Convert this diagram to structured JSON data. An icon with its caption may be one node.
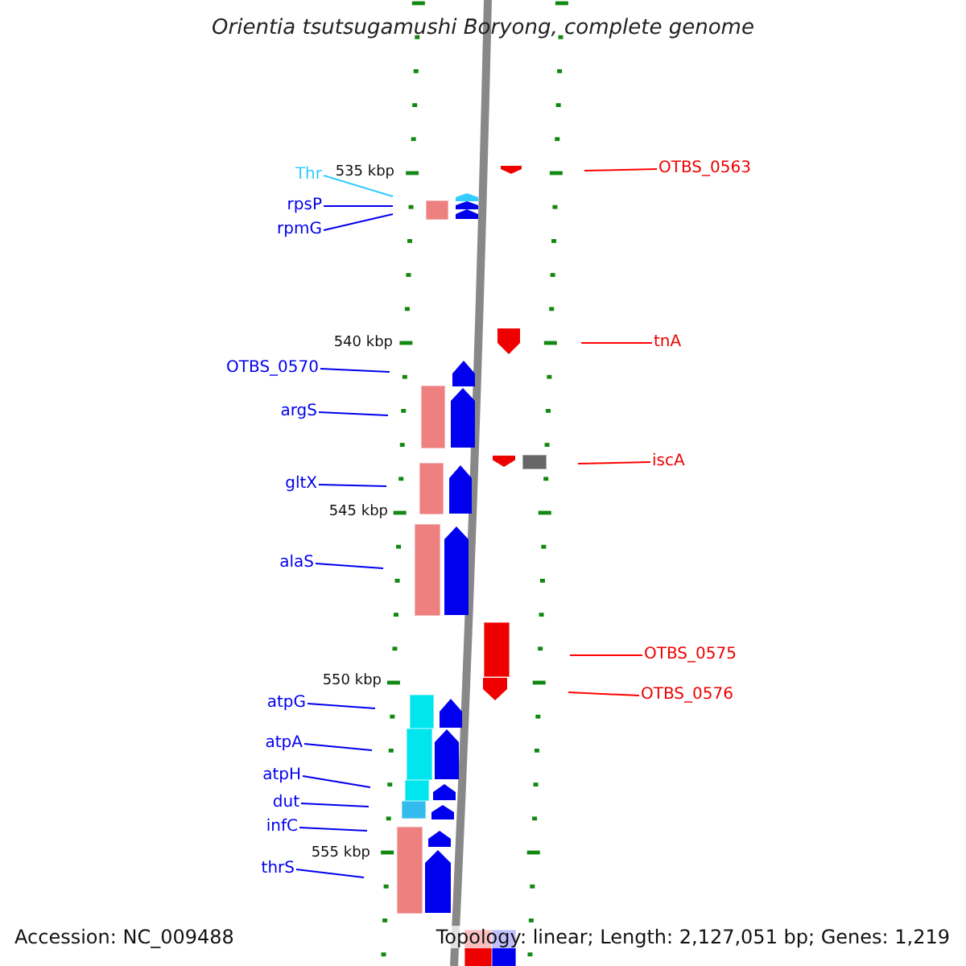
{
  "diagram": {
    "title": "Orientia tsutsugamushi Boryong, complete genome",
    "nodes": [
      {
        "text": [
          "Thr"
        ]
      },
      {
        "text": [
          "rpsP"
        ]
      },
      {
        "text": [
          "rpmG"
        ]
      },
      {
        "text": [
          "OTBS_0563"
        ]
      },
      {
        "text": [
          "tnA"
        ]
      },
      {
        "text": [
          "OTBS_0570"
        ]
      },
      {
        "text": [
          "argS"
        ]
      },
      {
        "text": [
          "iscA"
        ]
      },
      {
        "text": [
          "gltX"
        ]
      },
      {
        "text": [
          "alaS"
        ]
      },
      {
        "text": [
          "OTBS_0575"
        ]
      },
      {
        "text": [
          "OTBS_0576"
        ]
      },
      {
        "text": [
          "atpG"
        ]
      },
      {
        "text": [
          "atpA"
        ]
      },
      {
        "text": [
          "atpH"
        ]
      },
      {
        "text": [
          "dut"
        ]
      },
      {
        "text": [
          "infC"
        ]
      },
      {
        "text": [
          "thrS"
        ]
      }
    ],
    "edges": [
      {
        "from": 0,
        "to": null,
        "arrow": "none",
        "color": "#33ccff"
      },
      {
        "from": 1,
        "to": null,
        "arrow": "none"
      },
      {
        "from": 2,
        "to": null,
        "arrow": "none"
      },
      {
        "from": 3,
        "to": null,
        "arrow": "none",
        "color": "#ff0000"
      },
      {
        "from": 4,
        "to": null,
        "arrow": "none",
        "color": "#ff0000"
      },
      {
        "from": 5,
        "to": null,
        "arrow": "none"
      },
      {
        "from": 6,
        "to": null,
        "arrow": "none"
      },
      {
        "from": 7,
        "to": null,
        "arrow": "none",
        "color": "#ff0000"
      },
      {
        "from": 8,
        "to": null,
        "arrow": "none"
      },
      {
        "from": 9,
        "to": null,
        "arrow": "none"
      },
      {
        "from": 10,
        "to": null,
        "arrow": "none",
        "color": "#ff0000"
      },
      {
        "from": 11,
        "to": null,
        "arrow": "none",
        "color": "#ff0000"
      },
      {
        "from": 12,
        "to": null,
        "arrow": "none"
      },
      {
        "from": 13,
        "to": null,
        "arrow": "none"
      },
      {
        "from": 14,
        "to": null,
        "arrow": "none"
      },
      {
        "from": 15,
        "to": null,
        "arrow": "none"
      },
      {
        "from": 16,
        "to": null,
        "arrow": "none"
      },
      {
        "from": 17,
        "to": null,
        "arrow": "none"
      }
    ],
    "labels": [
      "535 kbp",
      "540 kbp",
      "545 kbp",
      "550 kbp",
      "555 kbp",
      "Accession: NC_009488",
      "Topology: linear; Length: 2,127,051 bp; Genes: 1,219"
    ]
  }
}
